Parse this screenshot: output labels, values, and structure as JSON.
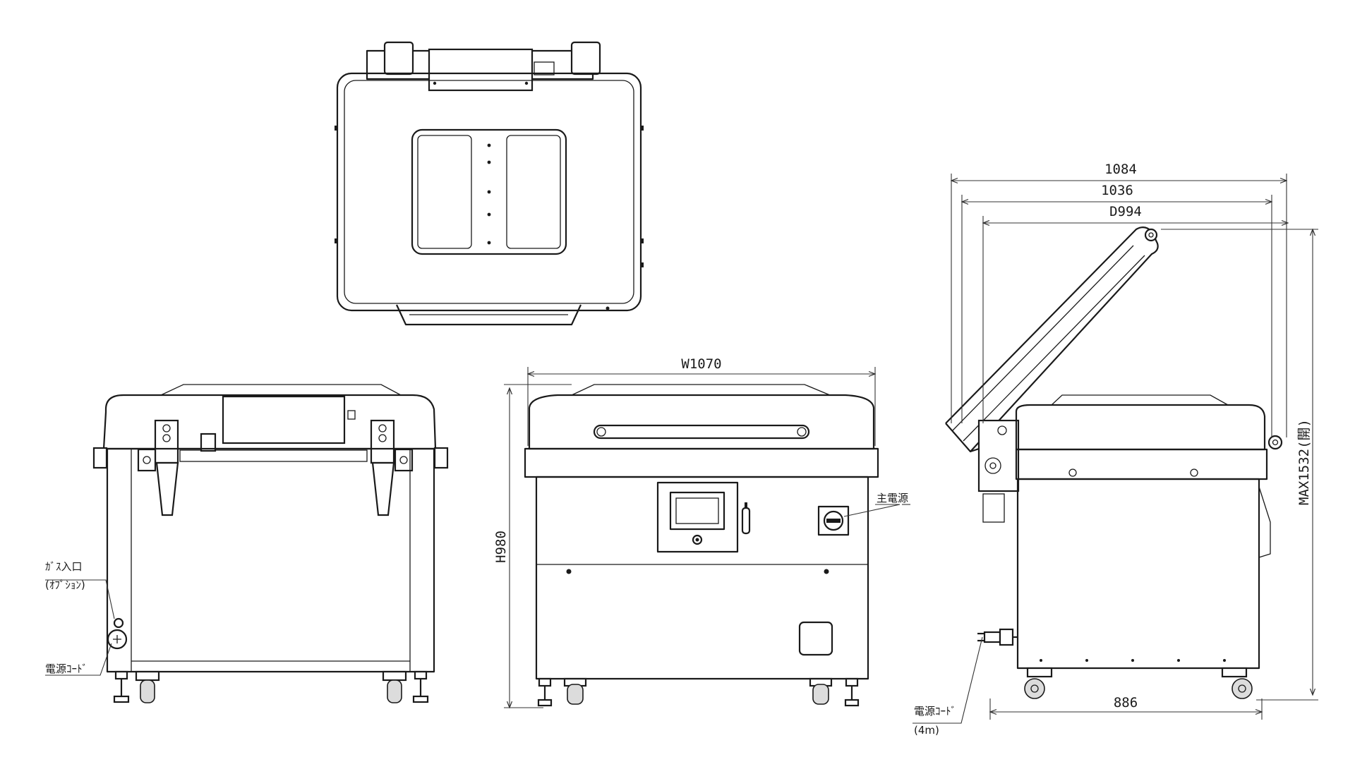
{
  "dimensions": {
    "overall_depth_outer": "1084",
    "overall_depth_inner": "1036",
    "depth": "D994",
    "width": "W1070",
    "height": "H980",
    "max_open_height": "MAX1532(開)",
    "base_depth": "886"
  },
  "callouts": {
    "gas_inlet_line1": "ｶﾞｽ入口",
    "gas_inlet_line2": "(ｵﾌﾟｼｮﾝ)",
    "power_cord_back": "電源ｺｰﾄﾞ",
    "main_power": "主電源",
    "power_cord_side_line1": "電源ｺｰﾄﾞ",
    "power_cord_side_line2": "(4m)"
  },
  "icons": [
    "dimension-arrow",
    "caster-wheel",
    "leveling-foot",
    "control-panel-screen",
    "main-power-switch",
    "power-plug"
  ]
}
